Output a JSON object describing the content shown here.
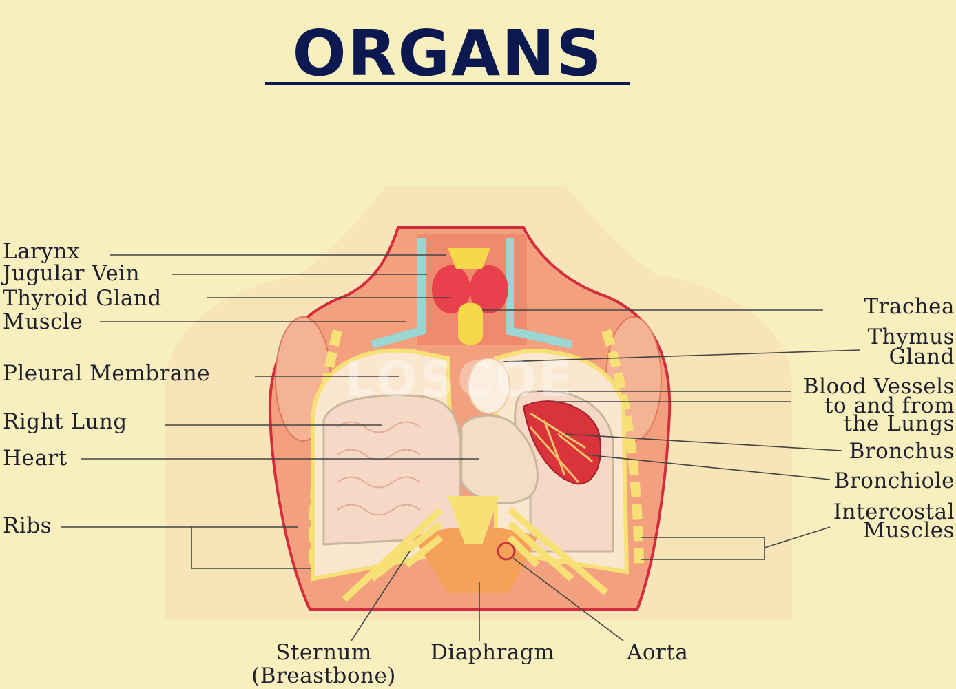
{
  "title": "ORGANS",
  "watermark": "LOSCOE",
  "colors": {
    "background": "#f8efbf",
    "title": "#0c1850",
    "outline": "#d42d3e",
    "lung": "#f5d9c6",
    "muscle": "#ef8a6c",
    "rib": "#f7e176",
    "vein": "#9ad6d2"
  },
  "labels": {
    "larynx": "Larynx",
    "jugular_vein": "Jugular Vein",
    "thyroid_gland": "Thyroid Gland",
    "muscle": "Muscle",
    "pleural_membrane": "Pleural Membrane",
    "right_lung": "Right Lung",
    "heart": "Heart",
    "ribs": "Ribs",
    "trachea": "Trachea",
    "thymus_gland_1": "Thymus",
    "thymus_gland_2": "Gland",
    "blood_vessels_1": "Blood Vessels",
    "blood_vessels_2": "to and from",
    "blood_vessels_3": "the Lungs",
    "bronchus": "Bronchus",
    "bronchiole": "Bronchiole",
    "intercostal_1": "Intercostal",
    "intercostal_2": "Muscles",
    "sternum_1": "Sternum",
    "sternum_2": "(Breastbone)",
    "diaphragm": "Diaphragm",
    "aorta": "Aorta"
  }
}
